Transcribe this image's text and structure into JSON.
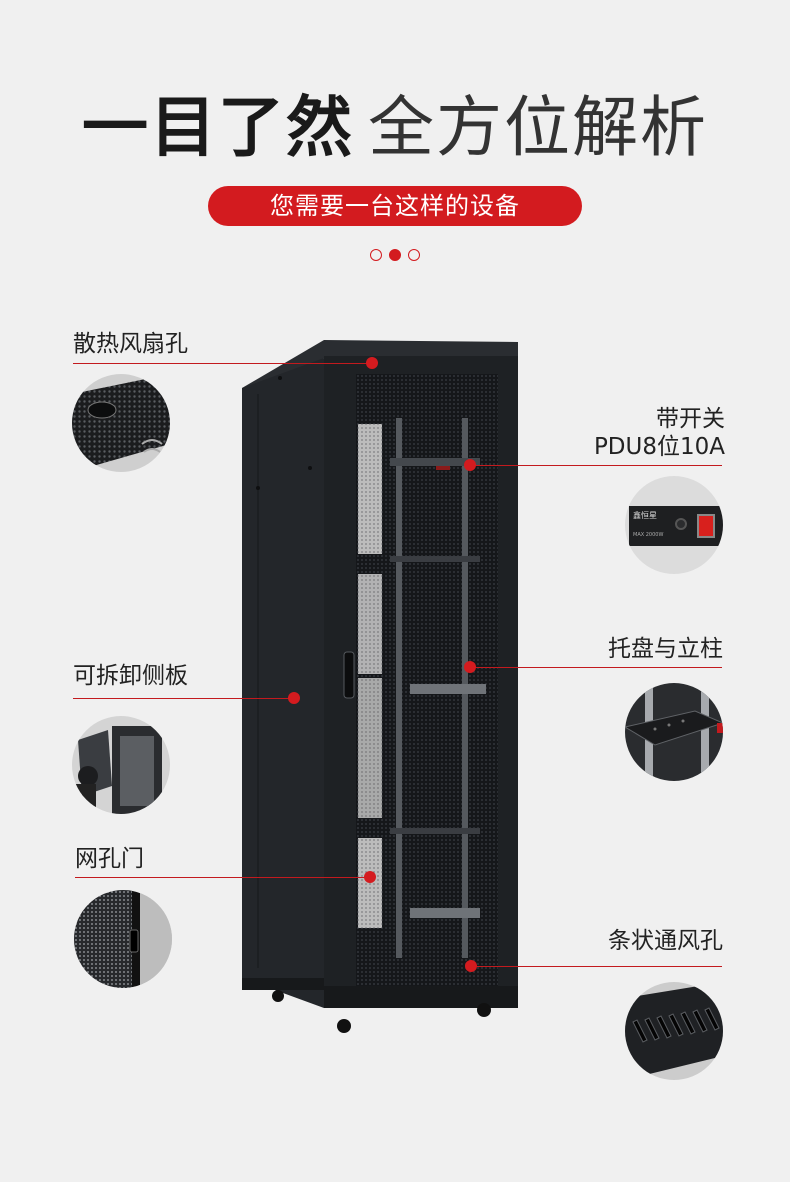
{
  "header": {
    "title_bold": "一目了然",
    "title_light": "全方位解析",
    "subtitle": "您需要一台这样的设备"
  },
  "pager": {
    "total": 3,
    "active": 1
  },
  "features": {
    "fan_holes": "散热风扇孔",
    "pdu_line1": "带开关",
    "pdu_line2": "PDU8位10A",
    "pdu_brand": "鑫恒星",
    "pdu_model": "MAX 2000W",
    "tray_posts": "托盘与立柱",
    "side_panel": "可拆卸侧板",
    "mesh_door": "网孔门",
    "vent_slots": "条状通风孔"
  },
  "colors": {
    "accent": "#d31b1f",
    "background": "#f0f0f0",
    "cabinet": "#1e2124"
  }
}
